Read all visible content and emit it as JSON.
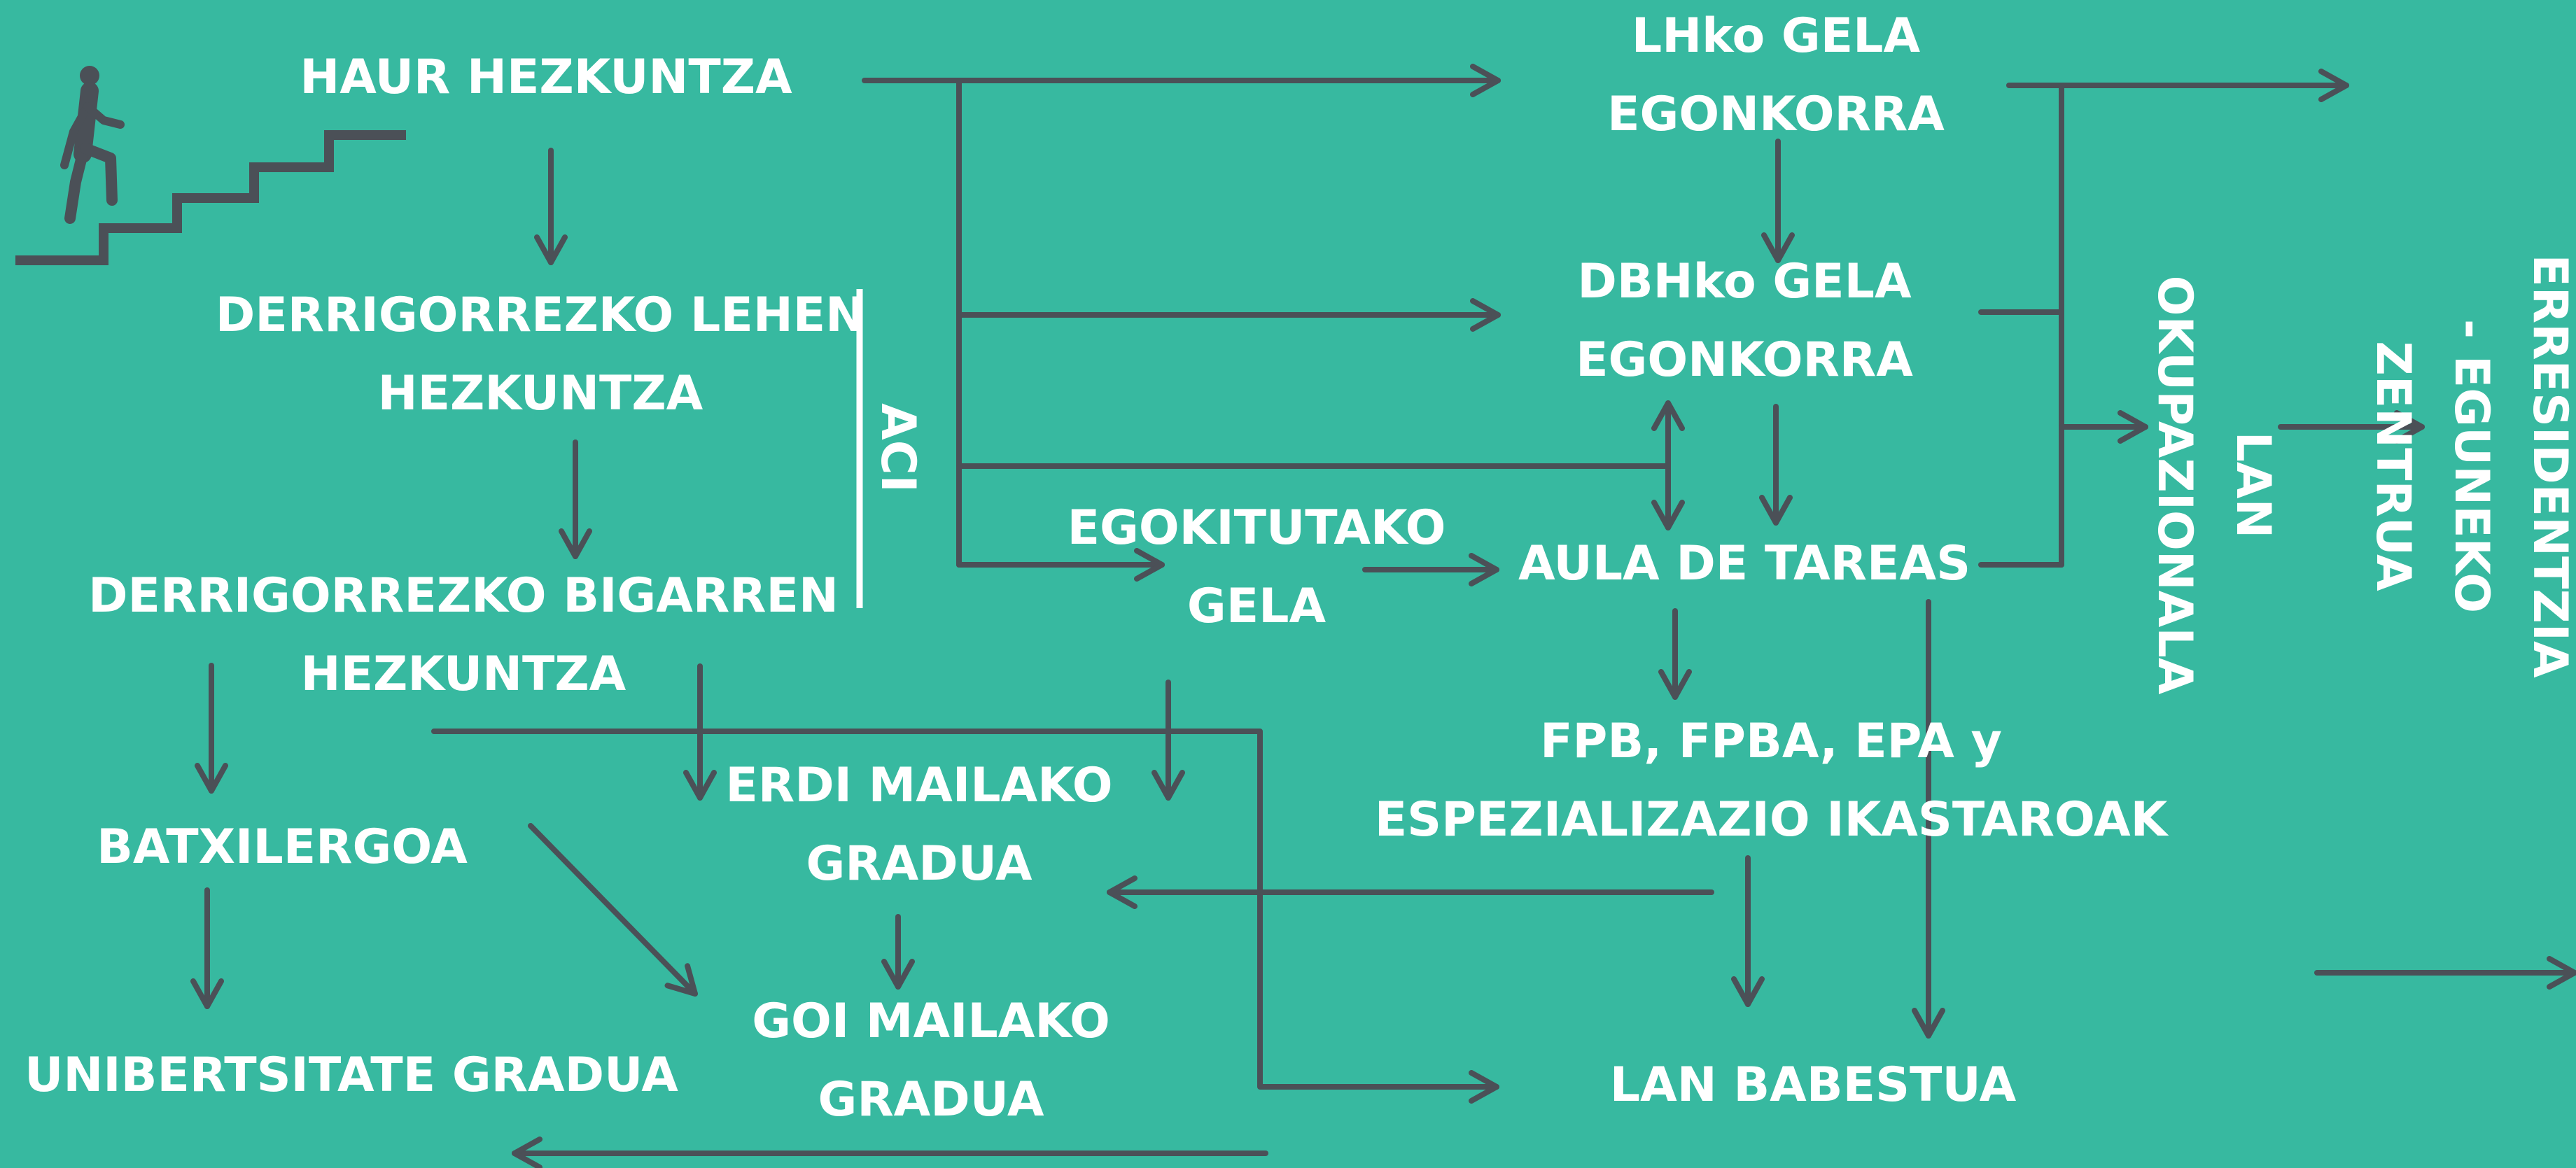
{
  "colors": {
    "background": "#37b9a0",
    "arrow": "#4b5057",
    "text": "#ffffff"
  },
  "icons": [
    "person-climbing-stairs-icon"
  ],
  "nodes": {
    "haur": "HAUR HEZKUNTZA",
    "lehen": "DERRIGORREZKO LEHEN\nHEZKUNTZA",
    "bigarren": "DERRIGORREZKO BIGARREN\nHEZKUNTZA",
    "batxilergoa": "BATXILERGOA",
    "unibertsitate": "UNIBERTSITATE GRADUA",
    "erdi": "ERDI MAILAKO\nGRADUA",
    "goi": "GOI MAILAKO\nGRADUA",
    "egokitutako": "EGOKITUTAKO\nGELA",
    "lhko": "LHko GELA\nEGONKORRA",
    "dbhko": "DBHko GELA\nEGONKORRA",
    "aula": "AULA DE TAREAS",
    "fpb": "FPB, FPBA, EPA y\nESPEZIALIZAZIO IKASTAROAK",
    "lan_babestua": "LAN BABESTUA",
    "aci": "ACI",
    "lan_okupazionala": "LAN OKUPAZIONALA",
    "erresidentzia": "ERRESIDENTZIA - EGUNEKO\nZENTRUA"
  }
}
